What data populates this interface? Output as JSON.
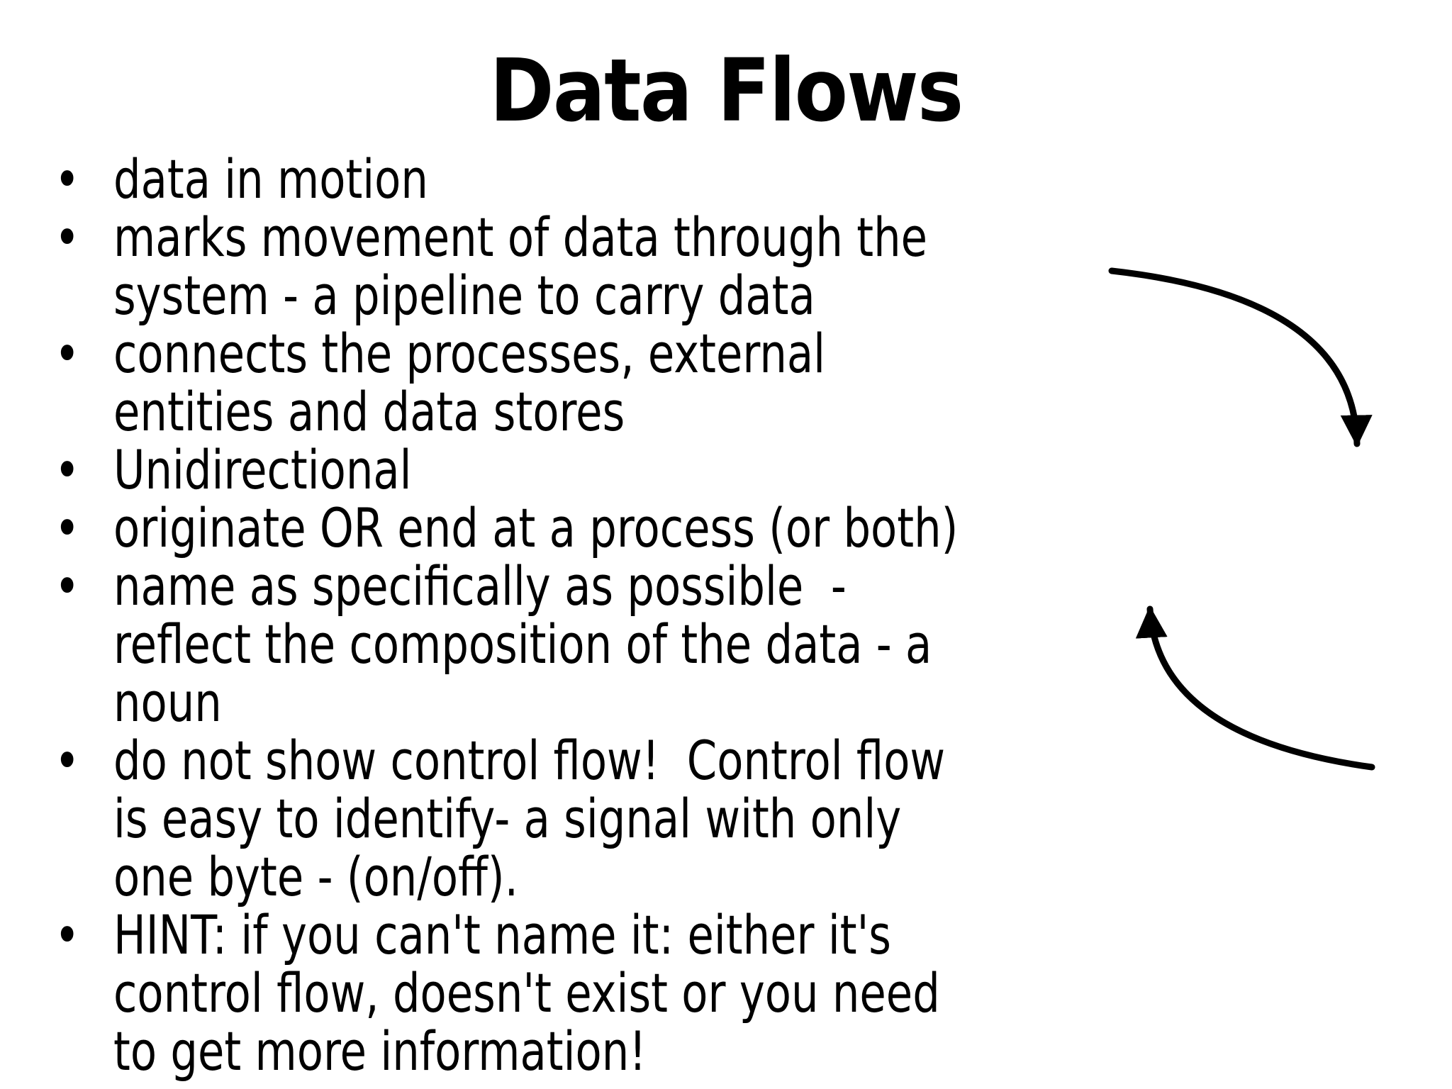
{
  "slide": {
    "title": "Data Flows",
    "bullet_glyph": "•",
    "bullets": [
      {
        "text": "data in motion"
      },
      {
        "text": "marks movement of data through the\nsystem - a pipeline to carry data"
      },
      {
        "text": "connects the processes, external\nentities and data stores"
      },
      {
        "text": "Unidirectional"
      },
      {
        "text": "originate OR end at a process (or both)"
      },
      {
        "text": "name as specifically as possible  -\nreflect the composition of the data - a\nnoun"
      },
      {
        "text": "do not show control flow!  Control flow\nis easy to identify- a signal with only\none byte - (on/off)."
      },
      {
        "text": "HINT: if you can't name it: either it's\ncontrol flow, doesn't exist or you need\nto get more information!"
      }
    ],
    "colors": {
      "background": "#ffffff",
      "text": "#000000",
      "arrow": "#000000"
    }
  }
}
